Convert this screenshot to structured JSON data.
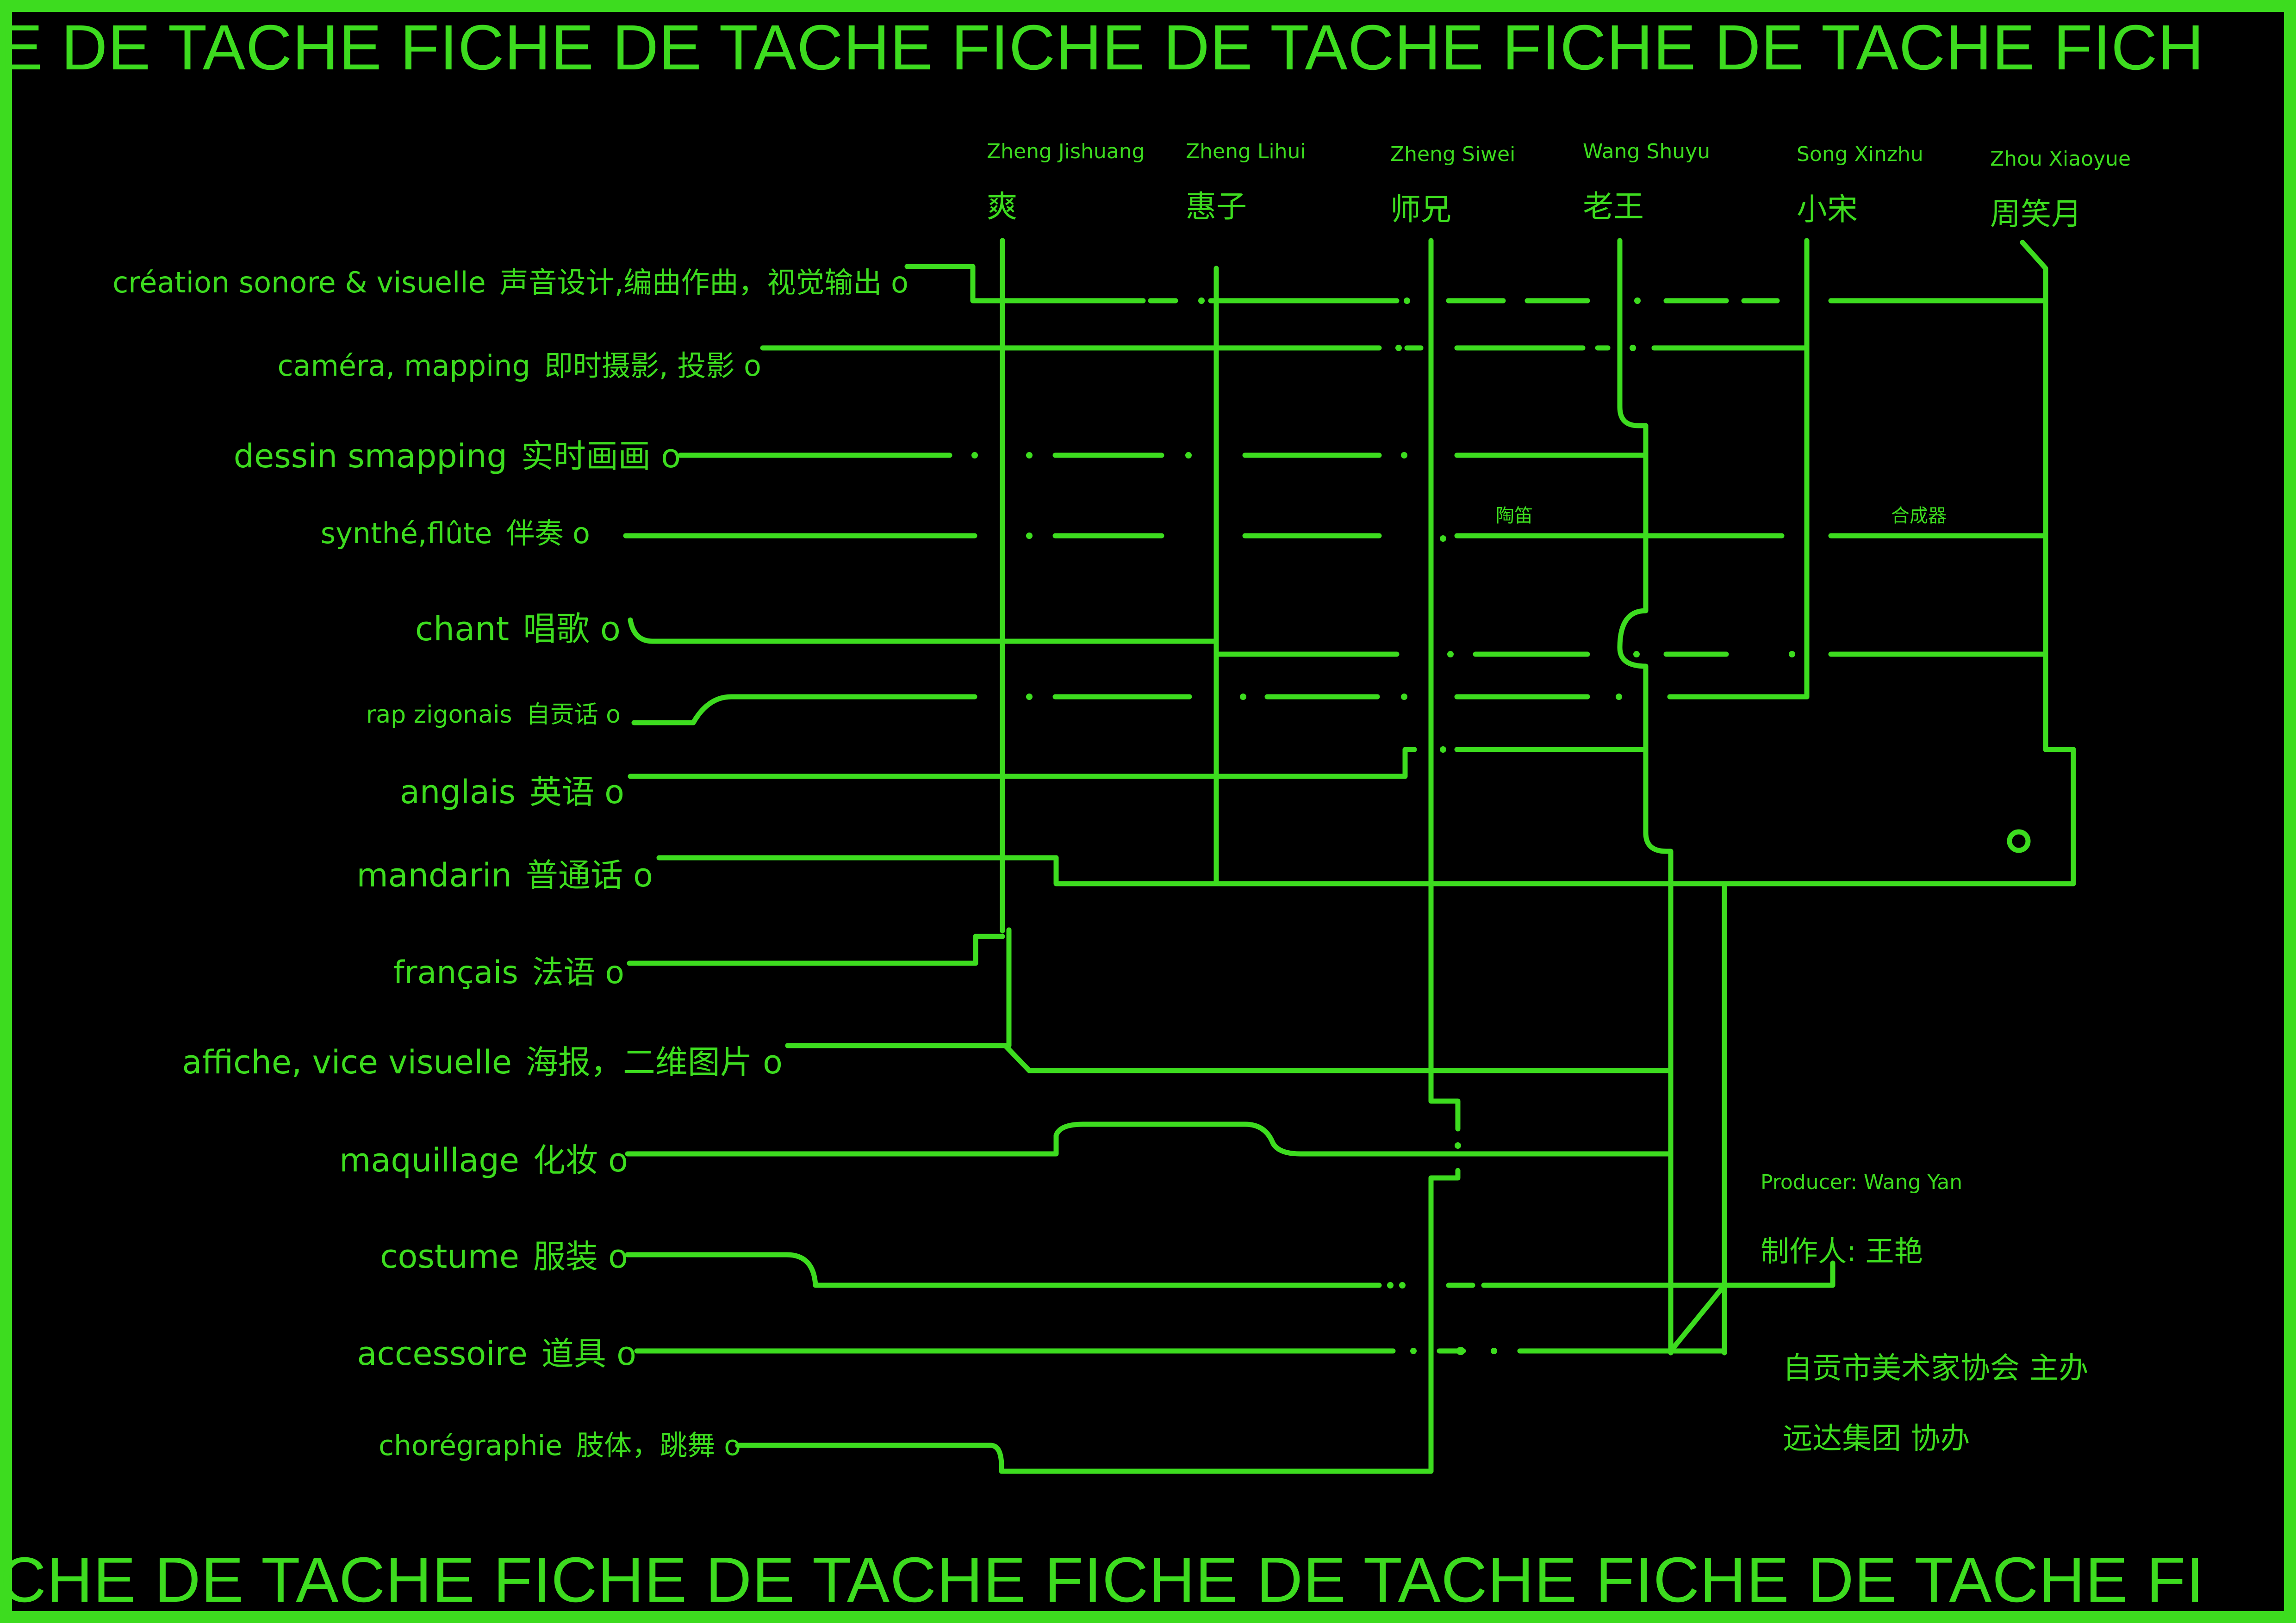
{
  "banner": {
    "top_text": "E DE TACHE  FICHE DE TACHE  FICHE DE TACHE  FICHE DE TACHE  FICH",
    "bottom_text": "CHE DE TACHE  FICHE DE TACHE  FICHE DE TACHE  FICHE DE TACHE  FI"
  },
  "people": [
    {
      "en": "Zheng Jishuang",
      "cn": "爽"
    },
    {
      "en": "Zheng Lihui",
      "cn": "惠子"
    },
    {
      "en": "Zheng Siwei",
      "cn": "师兄"
    },
    {
      "en": "Wang Shuyu",
      "cn": "老王"
    },
    {
      "en": "Song Xinzhu",
      "cn": "小宋"
    },
    {
      "en": "Zhou Xiaoyue",
      "cn": "周笑月"
    }
  ],
  "tasks": [
    {
      "fr": "création sonore & visuelle",
      "cn": "声音设计,编曲作曲，视觉输出 o"
    },
    {
      "fr": "caméra, mapping",
      "cn": "即时摄影, 投影 o"
    },
    {
      "fr": "dessin smapping",
      "cn": "实时画画 o"
    },
    {
      "fr": "synthé,flûte",
      "cn": "伴奏 o"
    },
    {
      "fr": "chant",
      "cn": "唱歌 o"
    },
    {
      "fr": "rap zigonais",
      "cn": "自贡话 o"
    },
    {
      "fr": "anglais",
      "cn": "英语 o"
    },
    {
      "fr": "mandarin",
      "cn": "普通话 o"
    },
    {
      "fr": "français",
      "cn": "法语 o"
    },
    {
      "fr": "affiche, vice visuelle",
      "cn": "海报，二维图片 o"
    },
    {
      "fr": "maquillage",
      "cn": "化妆 o"
    },
    {
      "fr": "costume",
      "cn": "服装 o"
    },
    {
      "fr": "accessoire",
      "cn": "道具 o"
    },
    {
      "fr": "chorégraphie",
      "cn": "肢体，跳舞 o"
    }
  ],
  "instruments": {
    "flute": "陶笛",
    "synth": "合成器"
  },
  "credits": {
    "producer_en": "Producer:  Wang Yan",
    "producer_cn": "制作人: 王艳",
    "host": "自贡市美术家协会  主办",
    "co_host": "远达集团  协办"
  },
  "colors": {
    "line": "#3ddc1f",
    "background": "#000000"
  }
}
